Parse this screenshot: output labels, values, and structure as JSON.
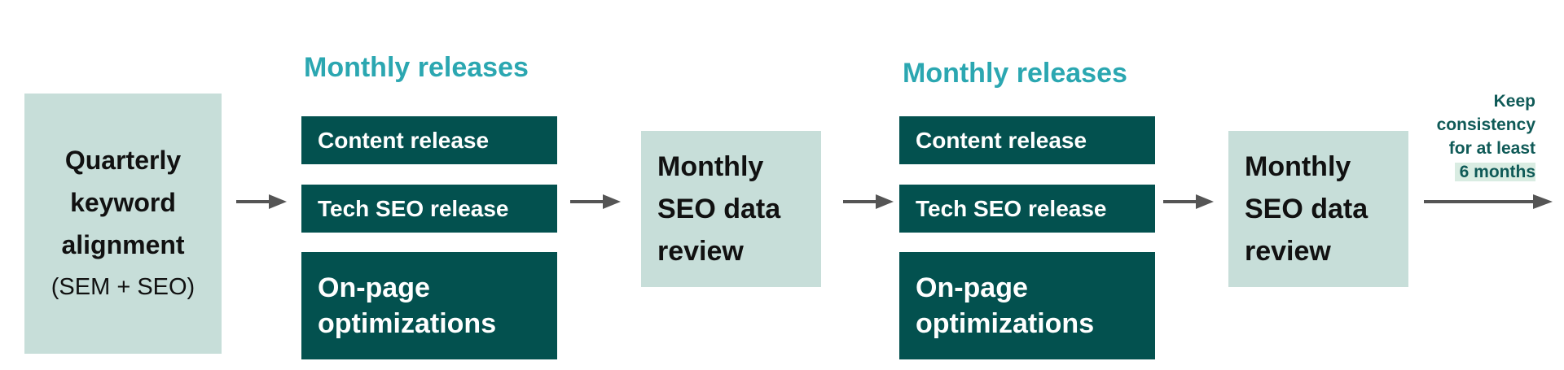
{
  "quarterly": {
    "line1": "Quarterly",
    "line2": "keyword",
    "line3": "alignment",
    "line4": "(SEM + SEO)"
  },
  "group1": {
    "heading": "Monthly releases",
    "content": "Content release",
    "tech": "Tech SEO release",
    "onpage_line1": "On-page",
    "onpage_line2": "optimizations"
  },
  "review1": {
    "line1": "Monthly",
    "line2": "SEO data",
    "line3": "review"
  },
  "group2": {
    "heading": "Monthly releases",
    "content": "Content release",
    "tech": "Tech SEO release",
    "onpage_line1": "On-page",
    "onpage_line2": "optimizations"
  },
  "review2": {
    "line1": "Monthly",
    "line2": "SEO data",
    "line3": "review"
  },
  "note": {
    "line1": "Keep",
    "line2": "consistency",
    "line3": "for at least",
    "highlight": "6 months"
  },
  "colors": {
    "dark_teal": "#03514f",
    "light_teal": "#c7ded9",
    "heading_teal": "#2ba7b1",
    "arrow_gray": "#555555"
  }
}
